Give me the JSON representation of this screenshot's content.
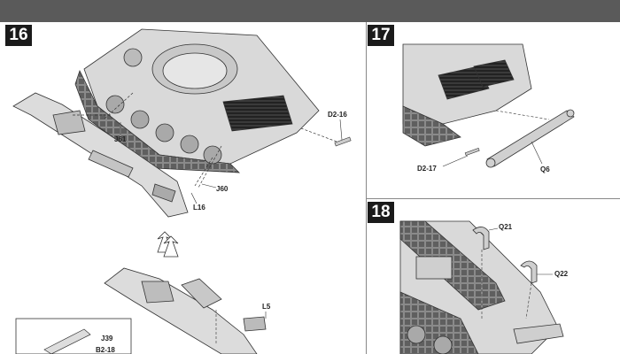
{
  "steps": [
    {
      "number": "16",
      "parts": [
        "D2-16",
        "J61",
        "J60",
        "L16",
        "L5",
        "J39",
        "B2-18"
      ]
    },
    {
      "number": "17",
      "parts": [
        "D2-17",
        "Q6"
      ]
    },
    {
      "number": "18",
      "parts": [
        "Q21",
        "Q22"
      ]
    }
  ],
  "colors": {
    "header": "#5a5a5a",
    "badge": "#1a1a1a",
    "model": "#d9d9d9",
    "line": "#333333"
  }
}
